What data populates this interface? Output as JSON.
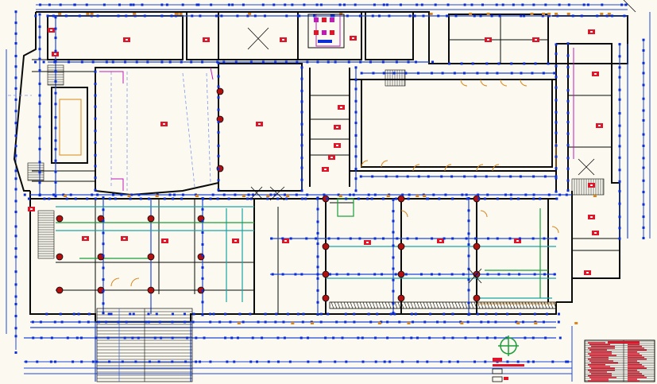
{
  "drawing": {
    "background": "#fbf9f0",
    "colors": {
      "wall": "#0a0a0a",
      "dimension": "#1f49d8",
      "dim_light": "#7f98ee",
      "marker": "#e0152a",
      "marker_fill": "#e0152a",
      "green": "#1b9e3a",
      "cyan": "#19a4a4",
      "orange": "#d9861a",
      "magenta": "#c01bb7",
      "fill_blue": "#0b2dd6"
    },
    "rooms": [
      {
        "id": "stage",
        "label": ""
      },
      {
        "id": "hall",
        "label": ""
      },
      {
        "id": "courtyard",
        "label": ""
      },
      {
        "id": "gym",
        "label": ""
      }
    ],
    "legend": {
      "symbol": "north-arrow",
      "table_rows": 22
    }
  }
}
